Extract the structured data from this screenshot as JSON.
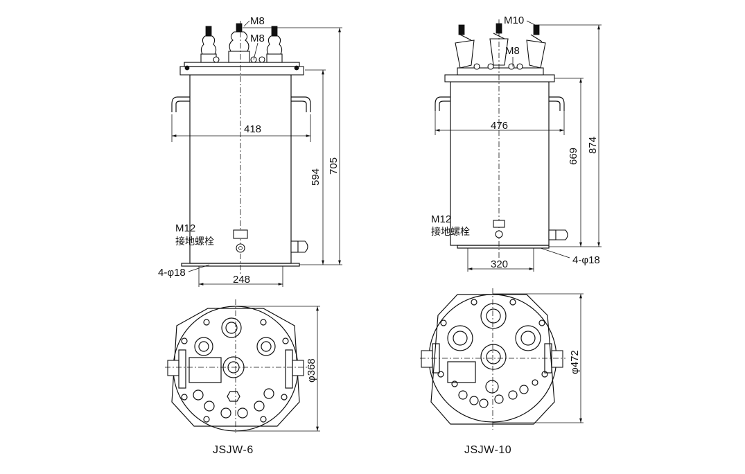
{
  "models": [
    {
      "caption": "JSJW-6",
      "dims": {
        "width": "418",
        "base": "248",
        "tank_height": "594",
        "total_height": "705",
        "diameter": "φ368"
      },
      "labels": {
        "bolt_top": "M8",
        "bolt_mid": "M8",
        "ground_bolt": "M12",
        "ground_label": "接地螺栓",
        "holes": "4-φ18"
      }
    },
    {
      "caption": "JSJW-10",
      "dims": {
        "width": "476",
        "base": "320",
        "tank_height": "669",
        "total_height": "874",
        "diameter": "φ472"
      },
      "labels": {
        "bolt_top": "M10",
        "bolt_mid": "M8",
        "ground_bolt": "M12",
        "ground_label": "接地螺栓",
        "holes": "4-φ18"
      }
    }
  ]
}
